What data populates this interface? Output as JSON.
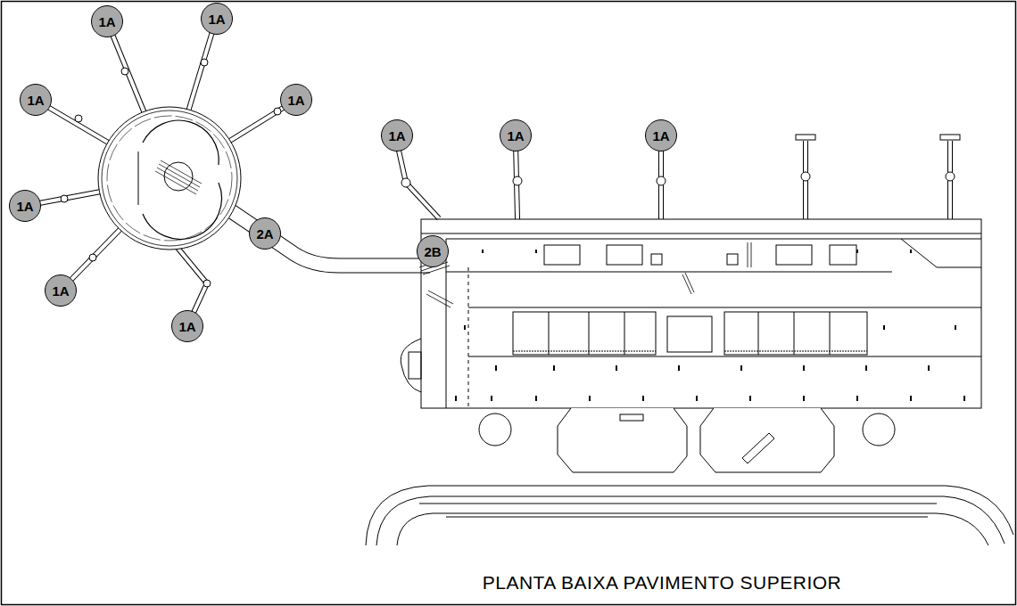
{
  "diagram": {
    "title": "PLANTA BAIXA PAVIMENTO SUPERIOR",
    "nodes": [
      {
        "text": [
          "1A"
        ]
      },
      {
        "text": [
          "1A"
        ]
      },
      {
        "text": [
          "1A"
        ]
      },
      {
        "text": [
          "1A"
        ]
      },
      {
        "text": [
          "1A"
        ]
      },
      {
        "text": [
          "1A"
        ]
      },
      {
        "text": [
          "1A"
        ]
      },
      {
        "text": [
          "1A"
        ]
      },
      {
        "text": [
          "2A"
        ]
      },
      {
        "text": [
          "2B"
        ]
      },
      {
        "text": [
          "1A"
        ]
      },
      {
        "text": [
          "1A"
        ]
      }
    ]
  }
}
